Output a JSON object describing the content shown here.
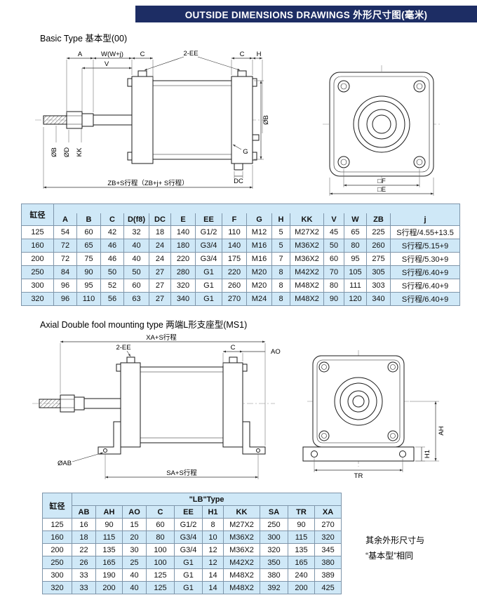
{
  "header": {
    "title": "OUTSIDE DIMENSIONS DRAWINGS 外形尺寸图(毫米)"
  },
  "section1": {
    "title": "Basic Type 基本型(00)",
    "drawing": {
      "dim_a": "A",
      "dim_w": "W(W+j)",
      "dim_c1": "C",
      "dim_2ee": "2-EE",
      "dim_c2": "C",
      "dim_h": "H",
      "dim_v": "V",
      "dim_ob_left": "ØB",
      "dim_od": "ØD",
      "dim_kk": "KK",
      "dim_ob_right": "ØB",
      "dim_g": "G",
      "dim_dc": "DC",
      "dim_zb": "ZB+S行程（ZB+j+ S行程）",
      "dim_f": "□F",
      "dim_e": "□E"
    }
  },
  "table1": {
    "corner": "缸径",
    "columns": [
      "A",
      "B",
      "C",
      "D(f8)",
      "DC",
      "E",
      "EE",
      "F",
      "G",
      "H",
      "KK",
      "V",
      "W",
      "ZB",
      "j"
    ],
    "rows": [
      [
        "125",
        "54",
        "60",
        "42",
        "32",
        "18",
        "140",
        "G1/2",
        "110",
        "M12",
        "5",
        "M27X2",
        "45",
        "65",
        "225",
        "S行程/4.55+13.5"
      ],
      [
        "160",
        "72",
        "65",
        "46",
        "40",
        "24",
        "180",
        "G3/4",
        "140",
        "M16",
        "5",
        "M36X2",
        "50",
        "80",
        "260",
        "S行程/5.15+9"
      ],
      [
        "200",
        "72",
        "75",
        "46",
        "40",
        "24",
        "220",
        "G3/4",
        "175",
        "M16",
        "7",
        "M36X2",
        "60",
        "95",
        "275",
        "S行程/5.30+9"
      ],
      [
        "250",
        "84",
        "90",
        "50",
        "50",
        "27",
        "280",
        "G1",
        "220",
        "M20",
        "8",
        "M42X2",
        "70",
        "105",
        "305",
        "S行程/6.40+9"
      ],
      [
        "300",
        "96",
        "95",
        "52",
        "60",
        "27",
        "320",
        "G1",
        "260",
        "M20",
        "8",
        "M48X2",
        "80",
        "111",
        "303",
        "S行程/6.40+9"
      ],
      [
        "320",
        "96",
        "110",
        "56",
        "63",
        "27",
        "340",
        "G1",
        "270",
        "M24",
        "8",
        "M48X2",
        "90",
        "120",
        "340",
        "S行程/6.40+9"
      ]
    ]
  },
  "section2": {
    "title": "Axial Double fool mounting type 两端L形支座型(MS1)",
    "drawing": {
      "dim_xa": "XA+S行程",
      "dim_2ee": "2-EE",
      "dim_c": "C",
      "dim_ao": "AO",
      "dim_oab": "ØAB",
      "dim_sa": "SA+S行程",
      "dim_ah": "AH",
      "dim_h1": "H1",
      "dim_tr": "TR"
    }
  },
  "table2": {
    "corner": "缸径",
    "group_header": "\"LB\"Type",
    "columns": [
      "AB",
      "AH",
      "AO",
      "C",
      "EE",
      "H1",
      "KK",
      "SA",
      "TR",
      "XA"
    ],
    "rows": [
      [
        "125",
        "16",
        "90",
        "15",
        "60",
        "G1/2",
        "8",
        "M27X2",
        "250",
        "90",
        "270"
      ],
      [
        "160",
        "18",
        "115",
        "20",
        "80",
        "G3/4",
        "10",
        "M36X2",
        "300",
        "115",
        "320"
      ],
      [
        "200",
        "22",
        "135",
        "30",
        "100",
        "G3/4",
        "12",
        "M36X2",
        "320",
        "135",
        "345"
      ],
      [
        "250",
        "26",
        "165",
        "25",
        "100",
        "G1",
        "12",
        "M42X2",
        "350",
        "165",
        "380"
      ],
      [
        "300",
        "33",
        "190",
        "40",
        "125",
        "G1",
        "14",
        "M48X2",
        "380",
        "240",
        "389"
      ],
      [
        "320",
        "33",
        "200",
        "40",
        "125",
        "G1",
        "14",
        "M48X2",
        "392",
        "200",
        "425"
      ]
    ]
  },
  "note": {
    "line1": "其余外形尺寸与",
    "line2": "“基本型”相同"
  }
}
